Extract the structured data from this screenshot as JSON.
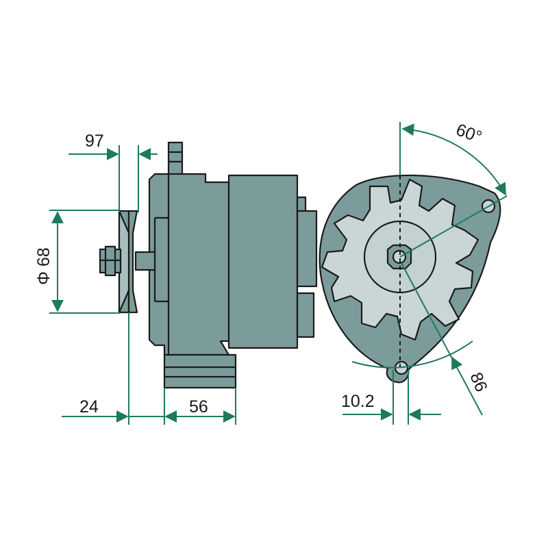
{
  "diagram": {
    "dimensions": {
      "width_top": "97",
      "pulley_diameter": "Φ 68",
      "offset_left": "24",
      "mount_width": "56",
      "hole_offset": "10.2",
      "radius": "86",
      "angle": "60°"
    },
    "colors": {
      "body": "#7b9c9b",
      "light": "#c9d6d5",
      "dimension_line": "#1d7a5e",
      "outline": "#1a1a1a"
    }
  }
}
